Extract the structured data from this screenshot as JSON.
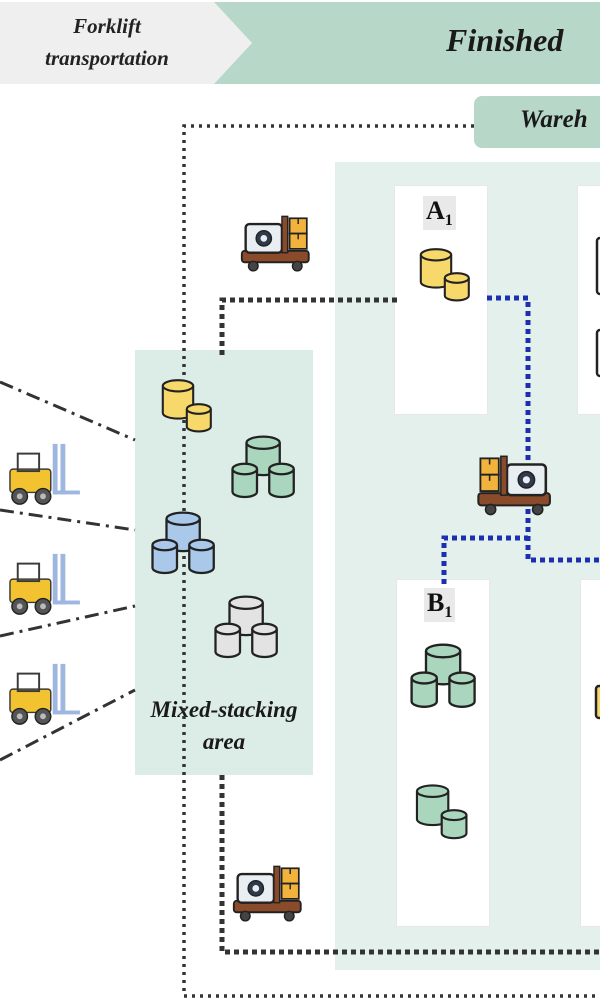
{
  "banner": {
    "left_line1": "Forklift",
    "left_line2": "transportation",
    "right": "Finished"
  },
  "warehouse": {
    "label": "Wareh"
  },
  "shelves": [
    {
      "letter": "A",
      "sub": "1"
    },
    {
      "letter": "B",
      "sub": "1"
    }
  ],
  "mixed_area": {
    "line1": "Mixed-stacking",
    "line2": "area"
  },
  "colors": {
    "banner_green": "#b7d8c9",
    "warehouse_bg": "#e4f0eb",
    "yellow_stock": "#f7d86a",
    "green_stock": "#a9d6bd",
    "blue_stock": "#a9c8ea",
    "grey_stock": "#e3e3e3",
    "route_blue": "#1b2fb0",
    "route_black": "#333333"
  },
  "icons": [
    "forklift-icon",
    "agv-cart-icon",
    "storage-cylinder-icon"
  ]
}
